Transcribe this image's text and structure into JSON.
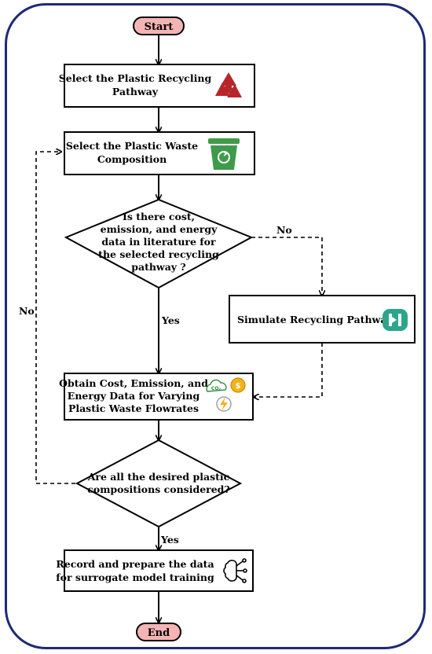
{
  "start": "Start",
  "end": "End",
  "step1": [
    "Select the Plastic Recycling",
    "Pathway"
  ],
  "step2": [
    "Select the Plastic Waste",
    "Composition"
  ],
  "decision1": [
    "Is there cost,",
    "emission, and energy",
    "data in literature for",
    "the selected recycling",
    "pathway ?"
  ],
  "simulate": "Simulate Recycling Pathway",
  "step3": [
    "Obtain Cost, Emission, and",
    "Energy Data for Varying",
    "Plastic Waste Flowrates"
  ],
  "decision2": [
    "Are all the desired plastic",
    "compositions considered?"
  ],
  "step4": [
    "Record and prepare the data",
    "for surrogate model training"
  ],
  "labels": {
    "yes1": "Yes",
    "no1": "No",
    "yes2": "Yes",
    "no2": "No"
  },
  "icons": {
    "recycle": "recycle-icon",
    "bin": "recycling-bin-icon",
    "simulator": "simulator-app-icon",
    "co2": "co2-cloud-icon",
    "coin": "dollar-coin-icon",
    "energy": "energy-bolt-icon",
    "ai": "ai-brain-icon",
    "co2_text": "CO₂",
    "coin_text": "$"
  },
  "colors": {
    "terminal_fill": "#f4b4b4",
    "frame": "#1e2a78",
    "recycle": "#b8262c",
    "bin": "#3f9b4a",
    "sim": "#2ca58d",
    "coin": "#f2b318",
    "bolt": "#f2b318"
  }
}
